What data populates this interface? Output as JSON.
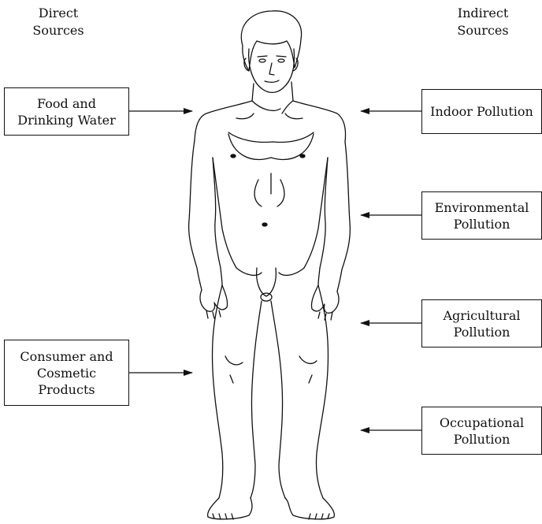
{
  "direct": {
    "heading": [
      "Direct",
      "Sources"
    ],
    "sources": [
      {
        "lines": [
          "Food and",
          "Drinking Water"
        ]
      },
      {
        "lines": [
          "Consumer and",
          "Cosmetic",
          "Products"
        ]
      }
    ]
  },
  "indirect": {
    "heading": [
      "Indirect",
      "Sources"
    ],
    "sources": [
      {
        "lines": [
          "Indoor Pollution"
        ]
      },
      {
        "lines": [
          "Environmental",
          "Pollution"
        ]
      },
      {
        "lines": [
          "Agricultural",
          "Pollution"
        ]
      },
      {
        "lines": [
          "Occupational",
          "Pollution"
        ]
      }
    ]
  },
  "colors": {
    "line": "#111111",
    "background": "#ffffff"
  },
  "figure": {
    "subject": "human-body-outline"
  }
}
